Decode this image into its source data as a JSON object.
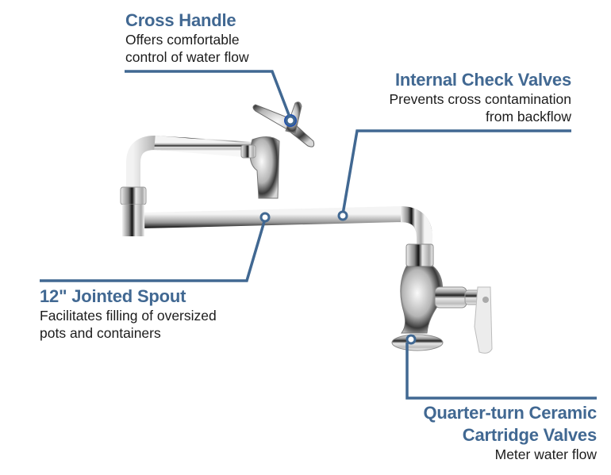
{
  "colors": {
    "accent": "#416892",
    "text": "#1c1c1c",
    "handle_cap": "#1e4fb0",
    "background": "#ffffff"
  },
  "image": {
    "subject": "wall-mount pot filler faucet with 12-inch jointed spout",
    "icon": "faucet-illustration"
  },
  "callouts": [
    {
      "id": "cross-handle",
      "title": "Cross Handle",
      "description_lines": [
        "Offers comfortable",
        "control of water flow"
      ]
    },
    {
      "id": "internal-check-valves",
      "title": "Internal Check Valves",
      "description_lines": [
        "Prevents cross contamination",
        "from backflow"
      ]
    },
    {
      "id": "jointed-spout",
      "title": "12\" Jointed Spout",
      "description_lines": [
        "Facilitates filling of oversized",
        "pots and containers"
      ]
    },
    {
      "id": "ceramic-cartridge-valves",
      "title_lines": [
        "Quarter-turn Ceramic",
        "Cartridge Valves"
      ],
      "description_lines": [
        "Meter water flow"
      ]
    }
  ]
}
